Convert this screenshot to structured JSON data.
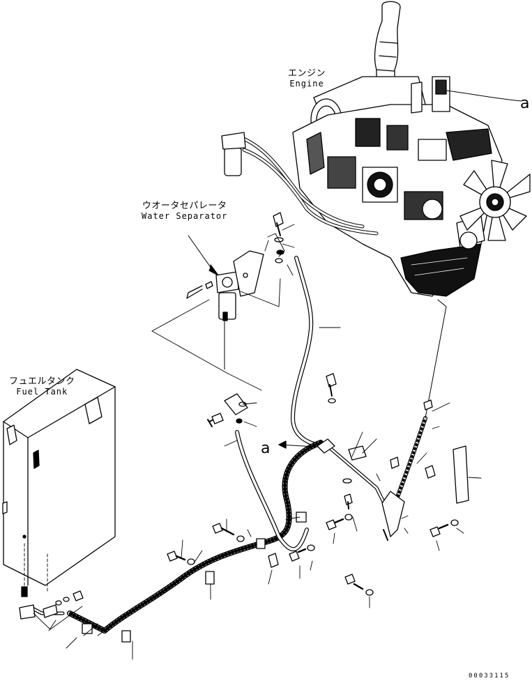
{
  "labels": {
    "engine": {
      "jp": "エンジン",
      "en": "Engine"
    },
    "water_separator": {
      "jp": "ウオータセパレータ",
      "en": "Water Separator"
    },
    "fuel_tank": {
      "jp": "フュエルタンク",
      "en": "Fuel Tank"
    }
  },
  "callouts": {
    "a_top": "a",
    "a_mid": "a"
  },
  "drawing_number": "00033115"
}
